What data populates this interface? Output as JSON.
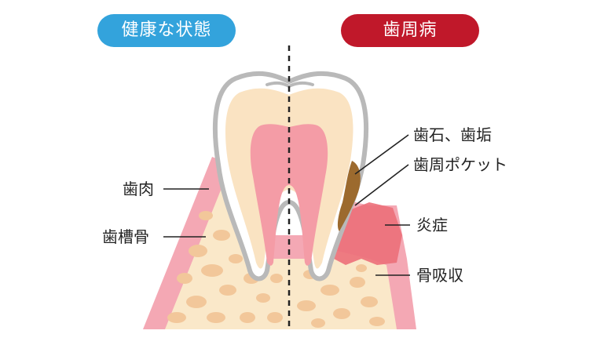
{
  "colors": {
    "healthy_badge": "#33a3dc",
    "disease_badge": "#c0182a",
    "gum": "#f4a8b4",
    "gum_dark": "#ee8c9c",
    "inflamed": "#ec6f79",
    "bone": "#fae8c9",
    "bone_spot": "#f2c79a",
    "enamel_outline": "#b9b9b9",
    "dentin": "#fae3c2",
    "pulp": "#f49ca6",
    "tartar": "#9c6a2e",
    "leader": "#222222"
  },
  "badges": {
    "healthy": "健康な状態",
    "disease": "歯周病"
  },
  "labels": {
    "gum": "歯肉",
    "alveolar_bone": "歯槽骨",
    "tartar_plaque": "歯石、歯垢",
    "periodontal_pocket": "歯周ポケット",
    "inflammation": "炎症",
    "bone_resorption": "骨吸収"
  }
}
